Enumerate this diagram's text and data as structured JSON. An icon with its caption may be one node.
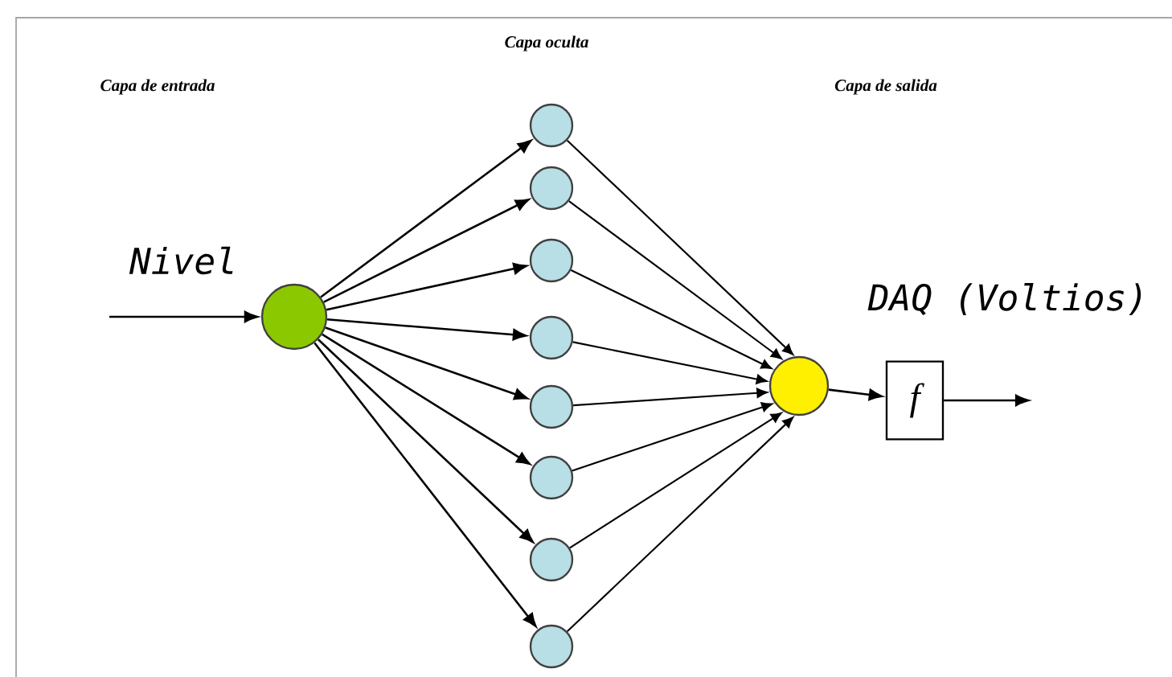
{
  "diagram": {
    "nodes": [
      {
        "text": [],
        "shape": "circle"
      },
      {
        "text": [],
        "shape": "circle"
      },
      {
        "text": [],
        "shape": "circle"
      },
      {
        "text": [],
        "shape": "circle"
      },
      {
        "text": [],
        "shape": "circle"
      },
      {
        "text": [],
        "shape": "circle"
      },
      {
        "text": [],
        "shape": "circle"
      },
      {
        "text": [],
        "shape": "circle"
      },
      {
        "text": [],
        "shape": "circle"
      },
      {
        "text": [],
        "shape": "circle"
      },
      {
        "text": [
          "f"
        ]
      }
    ],
    "edges": [
      {
        "from": null,
        "to": 0,
        "arrow": "to",
        "label": "Nivel"
      },
      {
        "from": 0,
        "to": 1,
        "arrow": "to"
      },
      {
        "from": 0,
        "to": 2,
        "arrow": "to"
      },
      {
        "from": 0,
        "to": 3,
        "arrow": "to"
      },
      {
        "from": 0,
        "to": 4,
        "arrow": "to"
      },
      {
        "from": 0,
        "to": 5,
        "arrow": "to"
      },
      {
        "from": 0,
        "to": 6,
        "arrow": "to"
      },
      {
        "from": 0,
        "to": 7,
        "arrow": "to"
      },
      {
        "from": 0,
        "to": 8,
        "arrow": "to"
      },
      {
        "from": 1,
        "to": 9,
        "arrow": "to"
      },
      {
        "from": 2,
        "to": 9,
        "arrow": "to"
      },
      {
        "from": 3,
        "to": 9,
        "arrow": "to"
      },
      {
        "from": 4,
        "to": 9,
        "arrow": "to"
      },
      {
        "from": 5,
        "to": 9,
        "arrow": "to"
      },
      {
        "from": 6,
        "to": 9,
        "arrow": "to"
      },
      {
        "from": 7,
        "to": 9,
        "arrow": "to"
      },
      {
        "from": 8,
        "to": 9,
        "arrow": "to"
      },
      {
        "from": 9,
        "to": 10,
        "arrow": "to"
      },
      {
        "from": 10,
        "to": null,
        "arrow": "to"
      }
    ],
    "labels": [
      "Capa oculta",
      "Capa de entrada",
      "Capa de salida",
      "DAQ (Voltios)"
    ]
  }
}
